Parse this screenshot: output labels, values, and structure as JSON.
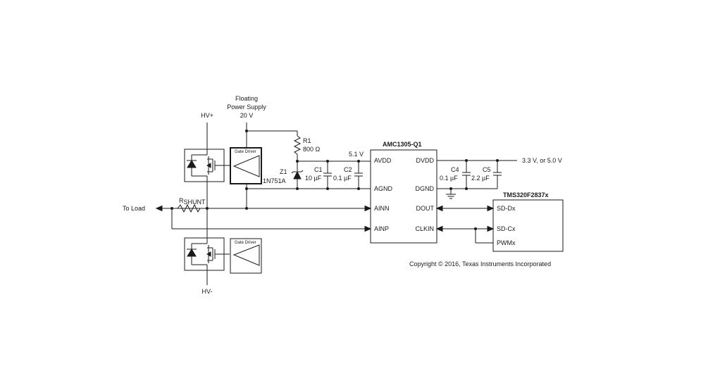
{
  "supply": {
    "line1": "Floating",
    "line2": "Power Supply",
    "line3": "20 V"
  },
  "rails": {
    "hv_plus": "HV+",
    "hv_minus": "HV-",
    "to_load": "To Load"
  },
  "shunt": {
    "label_main": "R",
    "label_sub": "SHUNT"
  },
  "gate_driver_upper": "Gate Driver",
  "gate_driver_lower": "Gate Driver",
  "resistor_r1": {
    "name": "R1",
    "value": "800 Ω"
  },
  "zener": {
    "name": "Z1",
    "part": "1N751A"
  },
  "net_5v1": "5.1 V",
  "caps": {
    "c1": {
      "name": "C1",
      "value": "10 µF"
    },
    "c2": {
      "name": "C2",
      "value": "0.1 µF"
    },
    "c4": {
      "name": "C4",
      "value": "0.1 µF"
    },
    "c5": {
      "name": "C5",
      "value": "2.2 µF"
    }
  },
  "amc": {
    "title": "AMC1305-Q1",
    "avdd": "AVDD",
    "agnd": "AGND",
    "ainn": "AINN",
    "ainp": "AINP",
    "dvdd": "DVDD",
    "dgnd": "DGND",
    "dout": "DOUT",
    "clkin": "CLKIN"
  },
  "dvdd_supply": "3.3 V, or 5.0 V",
  "mcu": {
    "title": "TMS320F2837x",
    "sd_dx": "SD-Dx",
    "sd_cx": "SD-Cx",
    "pwmx": "PWMx"
  },
  "copyright": "Copyright © 2016, Texas Instruments Incorporated"
}
